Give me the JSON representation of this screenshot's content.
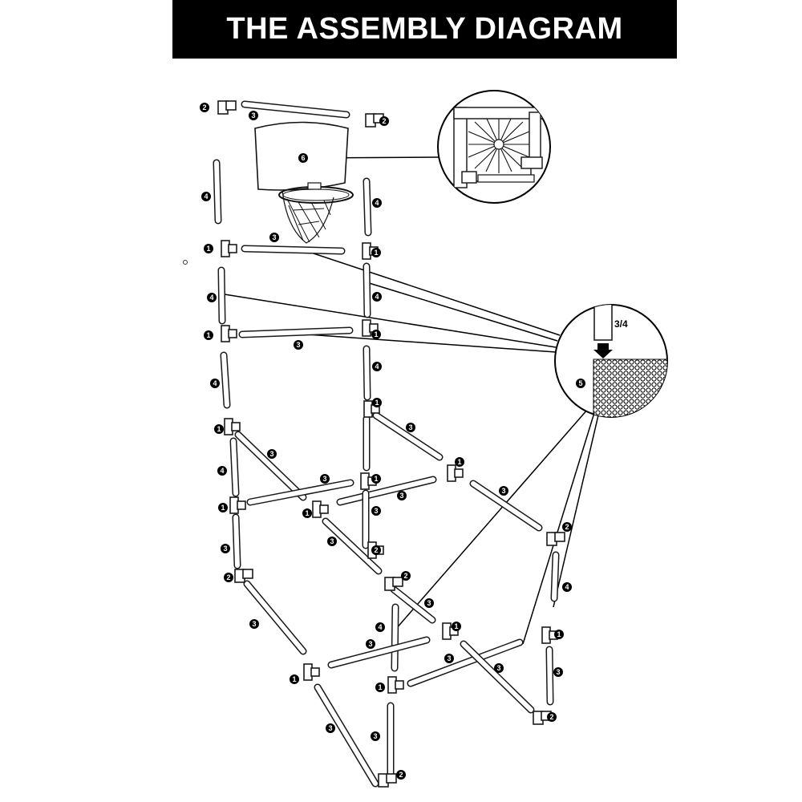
{
  "title": "THE ASSEMBLY DIAGRAM",
  "part_numbers": {
    "tee": "1",
    "elbow": "2",
    "pipe_long": "3",
    "pipe_short": "4",
    "net": "5",
    "backboard": "6"
  },
  "detail_labels": {
    "pipe_ref": "3/4",
    "net_ref": "5"
  }
}
